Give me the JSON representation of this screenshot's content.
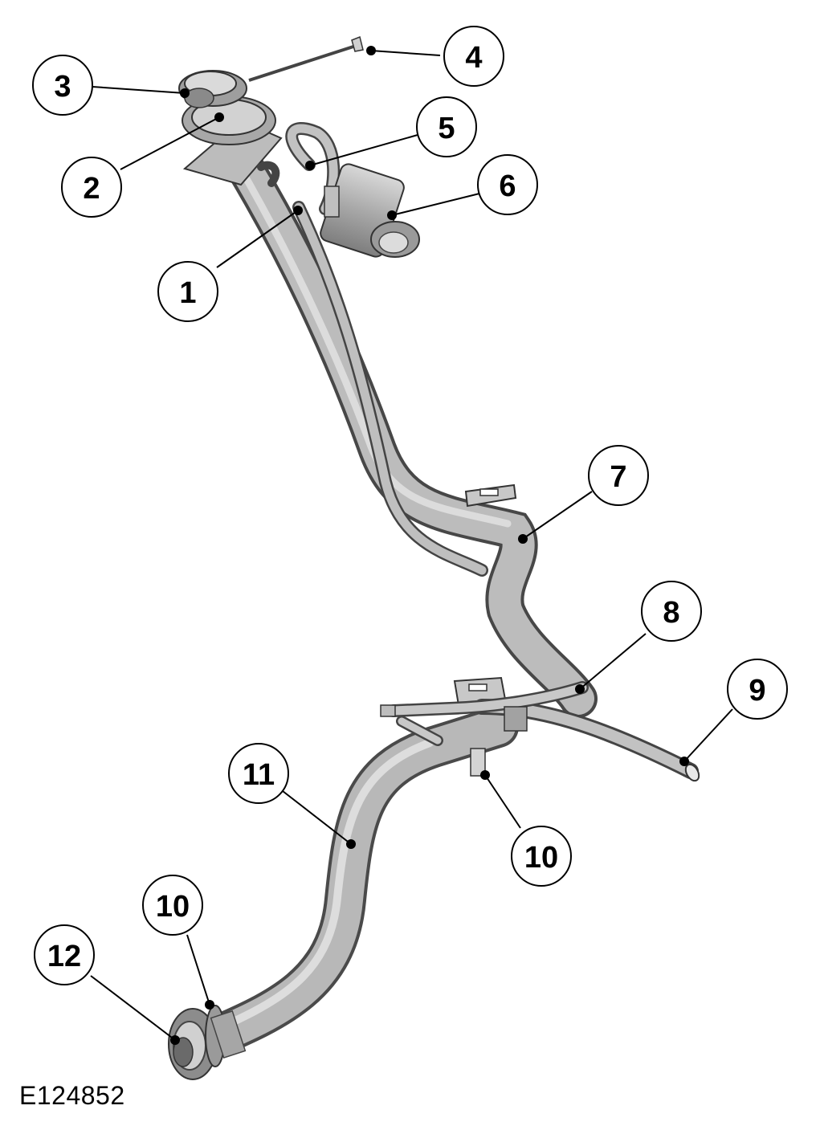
{
  "figure_id": "E124852",
  "callouts": [
    {
      "id": "c1",
      "label": "1"
    },
    {
      "id": "c2",
      "label": "2"
    },
    {
      "id": "c3",
      "label": "3"
    },
    {
      "id": "c4",
      "label": "4"
    },
    {
      "id": "c5",
      "label": "5"
    },
    {
      "id": "c6",
      "label": "6"
    },
    {
      "id": "c7",
      "label": "7"
    },
    {
      "id": "c8",
      "label": "8"
    },
    {
      "id": "c9",
      "label": "9"
    },
    {
      "id": "c10a",
      "label": "10"
    },
    {
      "id": "c10b",
      "label": "10"
    },
    {
      "id": "c11",
      "label": "11"
    },
    {
      "id": "c12",
      "label": "12"
    }
  ]
}
